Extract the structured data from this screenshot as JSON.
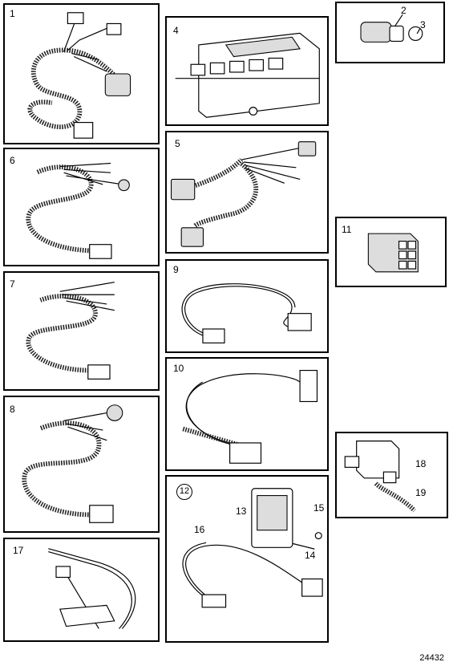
{
  "panels": {
    "p1": "1",
    "p2": "2",
    "p3": "3",
    "p4": "4",
    "p5": "5",
    "p6": "6",
    "p7": "7",
    "p8": "8",
    "p9": "9",
    "p10": "10",
    "p11": "11",
    "p12": "12",
    "p13": "13",
    "p14": "14",
    "p15": "15",
    "p16": "16",
    "p17": "17",
    "p18": "18",
    "p19": "19"
  },
  "figure_number": "24432"
}
